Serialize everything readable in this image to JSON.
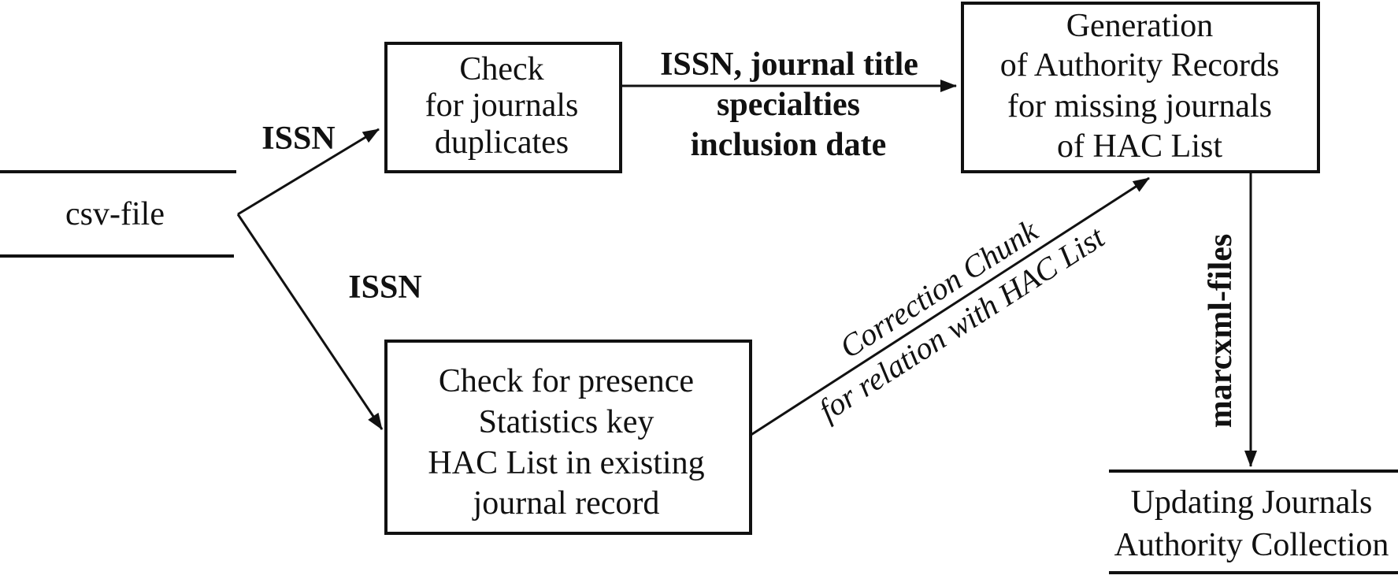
{
  "colors": {
    "ink": "#111111",
    "background": "#ffffff"
  },
  "nodes": {
    "csv_file": {
      "label": "csv-file"
    },
    "check_duplicates": {
      "lines": [
        "Check",
        "for journals",
        "duplicates"
      ]
    },
    "generation": {
      "lines": [
        "Generation",
        "of Authority Records",
        "for missing journals",
        "of HAC List"
      ]
    },
    "check_presence": {
      "lines": [
        "Check for presence",
        "Statistics key",
        "HAC List in existing",
        "journal record"
      ]
    },
    "updating": {
      "lines": [
        "Updating Journals",
        "Authority Collection"
      ]
    }
  },
  "edges": {
    "csv_to_check_duplicates": {
      "label": "ISSN"
    },
    "csv_to_check_presence": {
      "label": "ISSN"
    },
    "check_duplicates_to_generation": {
      "lines": [
        "ISSN, journal title",
        "specialties",
        "inclusion date"
      ]
    },
    "check_presence_to_generation": {
      "lines": [
        "Correction Chunk",
        "for relation with HAC List"
      ]
    },
    "generation_to_updating": {
      "label": "marcxml-files"
    }
  }
}
